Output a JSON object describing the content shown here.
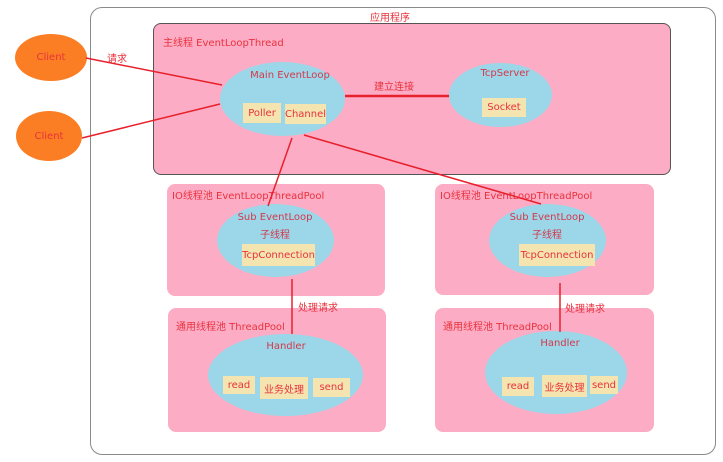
{
  "application": {
    "title": "应用程序"
  },
  "clients": [
    {
      "label": "Client"
    },
    {
      "label": "Client"
    }
  ],
  "request_label": "请求",
  "main_thread": {
    "title": "主线程 EventLoopThread",
    "main_loop": {
      "title": "Main EventLoop",
      "components": [
        "Poller",
        "Channel"
      ]
    },
    "connect_label": "建立连接",
    "tcp_server": {
      "title": "TcpServer",
      "components": [
        "Socket"
      ]
    }
  },
  "io_pools": [
    {
      "title": "IO线程池 EventLoopThreadPool",
      "sub_loop": {
        "title": "Sub EventLoop",
        "subtitle": "子线程",
        "component": "TcpConnection"
      },
      "handle_label": "处理请求",
      "thread_pool": {
        "title": "通用线程池 ThreadPool",
        "handler": {
          "title": "Handler",
          "components": [
            "read",
            "业务处理",
            "send"
          ]
        }
      }
    },
    {
      "title": "IO线程池 EventLoopThreadPool",
      "sub_loop": {
        "title": "Sub EventLoop",
        "subtitle": "子线程",
        "component": "TcpConnection"
      },
      "handle_label": "处理请求",
      "thread_pool": {
        "title": "通用线程池 ThreadPool",
        "handler": {
          "title": "Handler",
          "components": [
            "read",
            "业务处理",
            "send"
          ]
        }
      }
    }
  ],
  "colors": {
    "container_pink": "#fdacc6",
    "ellipse_blue": "#9bd7e8",
    "client_orange": "#fb7e24",
    "tag_beige": "#f3e4b0",
    "line_red": "#e8202c",
    "text_red": "#e8323c"
  }
}
